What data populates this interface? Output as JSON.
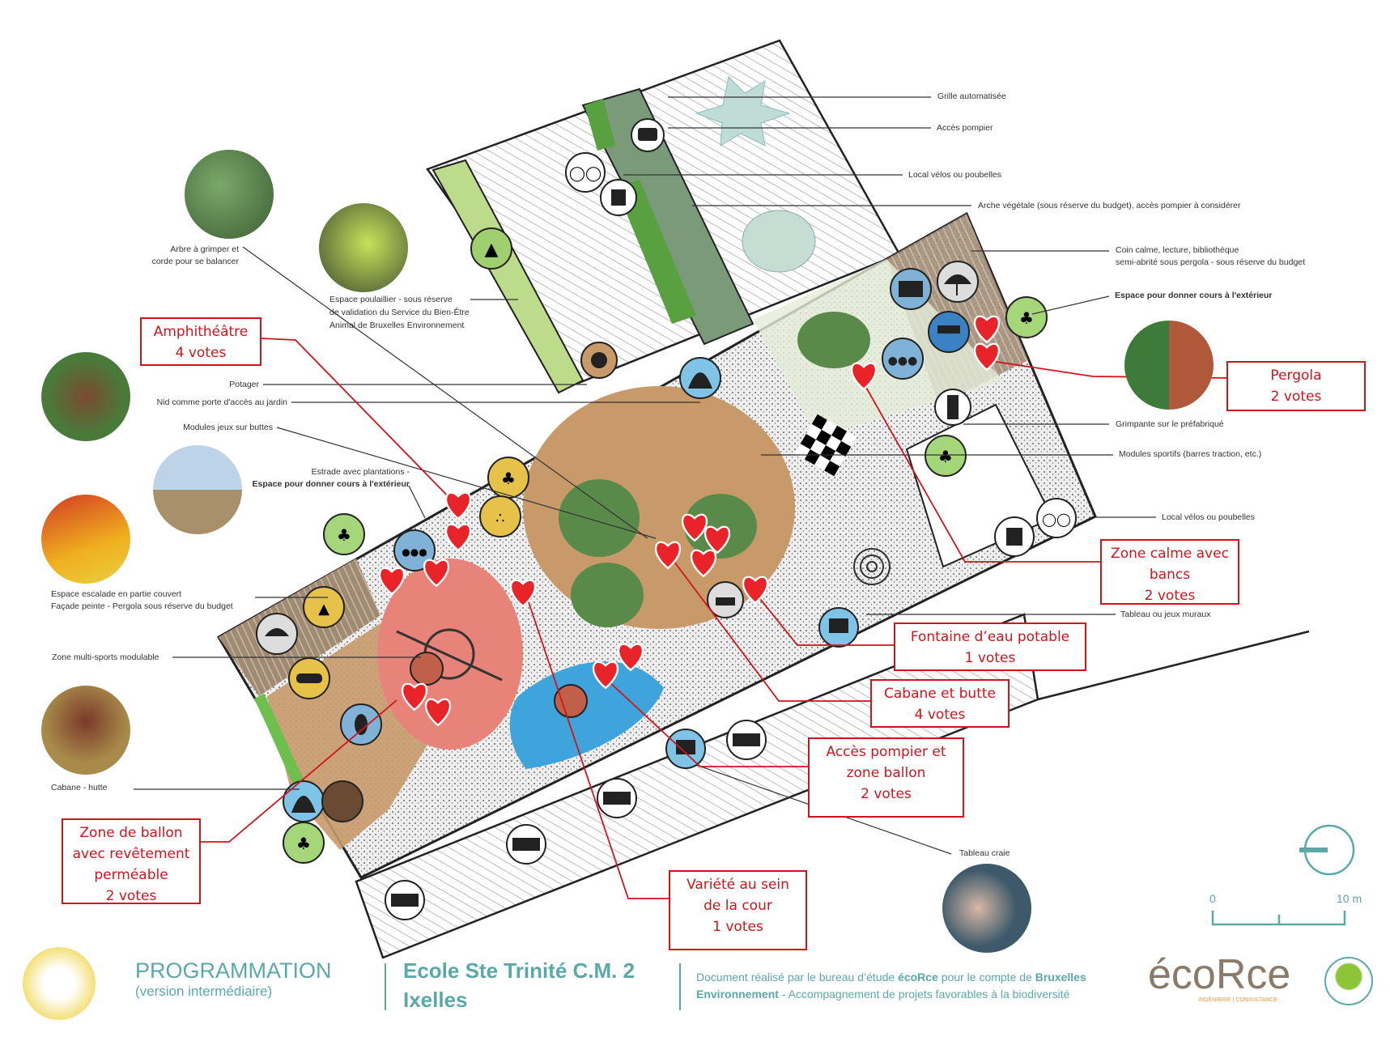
{
  "labels": {
    "grille": "Grille automatisée",
    "acces_pompier": "Accès pompier",
    "local_velos_top": "Local vélos ou poubelles",
    "arche": "Arche végétale (sous réserve du budget), accès pompier à considérer",
    "coin_calme_1": "Coin calme, lecture, bibliothèque",
    "coin_calme_2": "semi-abrité sous pergola - sous réserve du budget",
    "espace_cours_right": "Espace pour donner cours à l'extérieur",
    "grimpante": "Grimpante sur le préfabriqué",
    "modules_sportifs": "Modules sportifs (barres traction, etc.)",
    "local_velos_right": "Local vélos ou poubelles",
    "tableau_muraux": "Tableau ou jeux muraux",
    "tableau_craie": "Tableau craie",
    "arbre_1": "Arbre à grimper et",
    "arbre_2": "corde pour se balancer",
    "poulaillier_1": "Espace poulaillier - sous réserve",
    "poulaillier_2": "de validation du Service du Bien-Être",
    "poulaillier_3": "Animal de Bruxelles Environnement",
    "potager": "Potager",
    "nid": "Nid comme porte d'accès au jardin",
    "modules_jeux": "Modules jeux sur buttes",
    "estrade_1": "Estrade avec plantations -",
    "estrade_2": "Espace pour donner cours à l'extérieur",
    "escalade_1": "Espace escalade en partie couvert",
    "escalade_2": "Façade peinte - Pergola sous réserve du budget",
    "multisports": "Zone multi-sports modulable",
    "cabane_hutte": "Cabane - hutte"
  },
  "votes": [
    {
      "lines": [
        "Amphithéâtre",
        "4 votes"
      ]
    },
    {
      "lines": [
        "Pergola",
        "2 votes"
      ]
    },
    {
      "lines": [
        "Zone calme avec",
        "bancs",
        "2 votes"
      ]
    },
    {
      "lines": [
        "Fontaine d’eau potable",
        "1 votes"
      ]
    },
    {
      "lines": [
        "Cabane et butte",
        "4 votes"
      ]
    },
    {
      "lines": [
        "Accès pompier et",
        "zone ballon",
        "2 votes"
      ]
    },
    {
      "lines": [
        "Zone de ballon",
        "avec revêtement",
        "perméable",
        "2 votes"
      ]
    },
    {
      "lines": [
        "Variété au sein",
        "de la cour",
        "1 votes"
      ]
    }
  ],
  "scale": {
    "start": "0",
    "end": "10 m"
  },
  "footer": {
    "title": "PROGRAMMATION",
    "subtitle": "(version intermédiaire)",
    "school": "Ecole Ste Trinité C.M. 2",
    "commune": "Ixelles",
    "doc_1a": "Document réalisé par le bureau d’étude ",
    "doc_1b": "écoRce",
    "doc_1c": " pour le compte de ",
    "doc_1d": "Bruxelles",
    "doc_2a": "Environnement",
    "doc_2b": " - Accompagnement de projets favorables à la biodiversité",
    "logo_text": "écoRce",
    "logo_sub": "INGÉNIERIE | CONSULTANCE"
  },
  "colors": {
    "vote_red": "#d0141c",
    "teal": "#5aa9a8",
    "sand": "#c89a6a",
    "pink": "#e8837a",
    "blue": "#3fa3dc",
    "green": "#6fbf4f"
  }
}
